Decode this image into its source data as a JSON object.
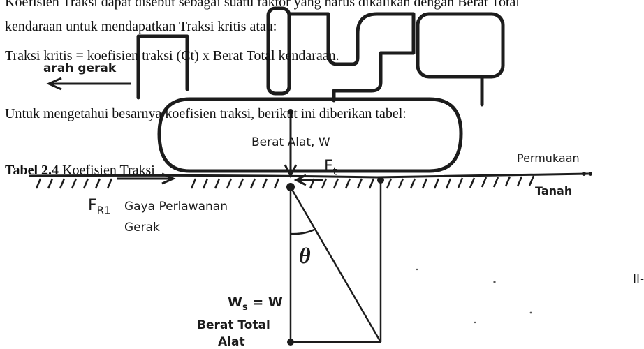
{
  "document": {
    "line1": "Koefisien Traksi dapat disebut sebagai suatu faktor yang harus dikalikan dengan Berat Total",
    "line2": "kendaraan untuk mendapatkan Traksi kritis atau:",
    "formula": "Traksi kritis = koefisien traksi (Ct) x Berat Total kendaraan.",
    "intro": "Untuk mengetahui besarnya koefisien traksi, berikut ini diberikan tabel:",
    "table_caption_bold": "Tabel 2.4",
    "table_caption_text": " Koefisien Traksi",
    "page_number": "II-"
  },
  "diagram": {
    "direction_label": "arah gerak",
    "weight_label": "Berat Alat, W",
    "traction_symbol": "F",
    "traction_subscript": "t",
    "surface_label_1": "Permukaan",
    "surface_label_2": "Tanah",
    "resistance_symbol": "F",
    "resistance_subscript": "R1",
    "resistance_label_1": "Gaya Perlawanan",
    "resistance_label_2": "Gerak",
    "angle_symbol": "θ",
    "ws_symbol": "W",
    "ws_subscript": "s",
    "ws_equals": "= W",
    "total_weight_label_1": "Berat Total",
    "total_weight_label_2": "Alat"
  },
  "colors": {
    "ink": "#1c1c1c",
    "text": "#111111",
    "background": "#ffffff"
  }
}
